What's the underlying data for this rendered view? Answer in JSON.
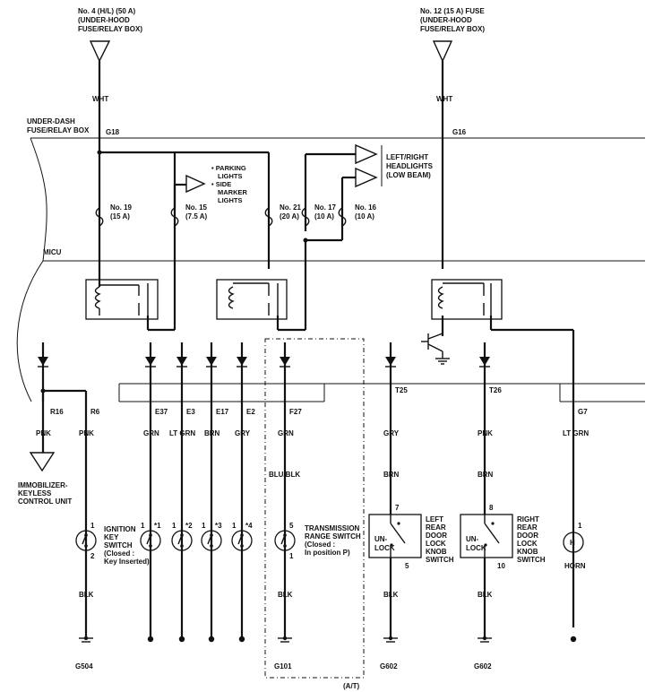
{
  "sources": {
    "left": [
      "No. 4 (H/L) (50 A)",
      "(UNDER-HOOD",
      "FUSE/RELAY BOX)"
    ],
    "right": [
      "No. 12 (15 A) FUSE",
      "(UNDER-HOOD",
      "FUSE/RELAY BOX)"
    ]
  },
  "boxes": {
    "underdash": [
      "UNDER-DASH",
      "FUSE/RELAY BOX"
    ],
    "micu": "MICU"
  },
  "fuses": {
    "f19": [
      "No. 19",
      "(15 A)"
    ],
    "f15": [
      "No. 15",
      "(7.5 A)"
    ],
    "f21": [
      "No. 21",
      "(20 A)"
    ],
    "f17": [
      "No. 17",
      "(10 A)"
    ],
    "f16": [
      "No. 16",
      "(10 A)"
    ]
  },
  "outputs": {
    "parking": [
      "• PARKING",
      "LIGHTS",
      "• SIDE",
      "MARKER",
      "LIGHTS"
    ],
    "headlights": [
      "LEFT/RIGHT",
      "HEADLIGHTS",
      "(LOW BEAM)"
    ]
  },
  "connectors": {
    "g18": "G18",
    "g16": "G16",
    "r16": "R16",
    "r6": "R6",
    "e37": "E37",
    "e3": "E3",
    "e17": "E17",
    "e2": "E2",
    "f27": "F27",
    "t25": "T25",
    "t26": "T26",
    "g7": "G7"
  },
  "wires": {
    "wht_left": "WHT",
    "wht_right": "WHT",
    "r16": "PNK",
    "r6": "PNK",
    "e37": "GRN",
    "e3": "LT GRN",
    "e17": "BRN",
    "e2": "GRY",
    "f27": "GRN",
    "f27_lower": "BLU/BLK",
    "t25": "GRY",
    "t25_lower": "BRN",
    "t26": "PNK",
    "t26_lower": "BRN",
    "g7": "LT GRN",
    "blk": "BLK"
  },
  "immobilizer": [
    "IMMOBILIZER-",
    "KEYLESS",
    "CONTROL UNIT"
  ],
  "pins": {
    "ign_top": "1",
    "ign_bottom": "2",
    "s1_a": "1",
    "s1_b": "*1",
    "s2_a": "1",
    "s2_b": "*2",
    "s3_a": "1",
    "s3_b": "*3",
    "s4_a": "1",
    "s4_b": "*4",
    "trans_top": "5",
    "trans_bottom": "1",
    "left_top": "7",
    "left_bottom": "5",
    "right_top": "8",
    "right_bottom": "10",
    "horn": "1"
  },
  "components": {
    "ignition": [
      "IGNITION",
      "KEY",
      "SWITCH",
      "(Closed :",
      "Key Inserted)"
    ],
    "transmission": [
      "TRANSMISSION",
      "RANGE SWITCH",
      "(Closed :",
      "In position P)"
    ],
    "unlock_top": "UN-",
    "unlock_bottom": "LOCK",
    "left_door": [
      "LEFT",
      "REAR",
      "DOOR",
      "LOCK",
      "KNOB",
      "SWITCH"
    ],
    "right_door": [
      "RIGHT",
      "REAR",
      "DOOR",
      "LOCK",
      "KNOB",
      "SWITCH"
    ],
    "horn_symbol": "H",
    "horn": "HORN"
  },
  "grounds": {
    "g504": "G504",
    "g101": "G101",
    "g602a": "G602",
    "g602b": "G602"
  },
  "at_label": "(A/T)"
}
